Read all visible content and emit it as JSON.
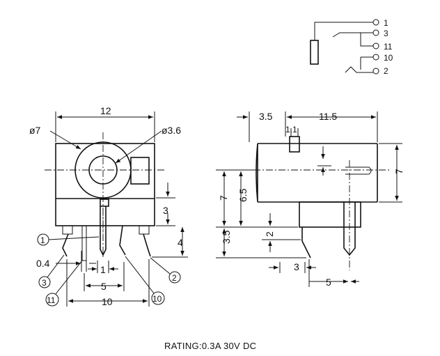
{
  "schematic": {
    "pins": [
      "1",
      "3",
      "11",
      "10",
      "2"
    ]
  },
  "front_view": {
    "dims": {
      "width": "12",
      "outer_diameter": "ø7",
      "inner_diameter": "ø3.6",
      "pin_height": "3",
      "pin_length": "4",
      "pin_thickness": "0.4",
      "pin_spacing_small": "1",
      "pin_spacing_mid": "5",
      "pin_spacing_wide": "10"
    },
    "callouts": [
      "1",
      "3",
      "11",
      "10",
      "2"
    ]
  },
  "side_view": {
    "dims": {
      "front_length": "3.5",
      "body_length": "11.5",
      "slot": "1.1",
      "height": "7",
      "center_height": "6.5",
      "body_height": "7",
      "lead_height": "3.5",
      "lead_step": "2",
      "lead_offset": "3",
      "lead_spacing": "5"
    }
  },
  "rating": "RATING:0.3A 30V DC"
}
